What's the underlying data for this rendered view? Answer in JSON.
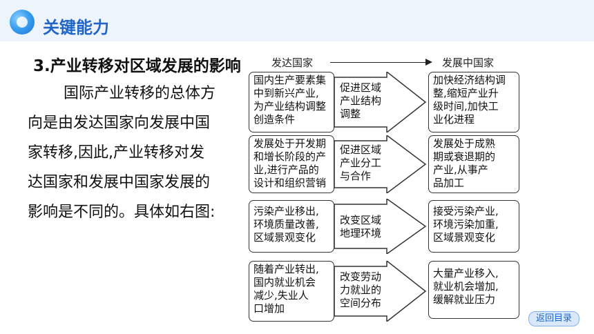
{
  "header": {
    "title": "关键能力"
  },
  "section_title": "3.产业转移对区域发展的影响",
  "paragraph_lines": [
    "国际产业转移的总体方",
    "向是由发达国家向发展中国",
    "家转移,因此,产业转移对发",
    "达国家和发展中国家发展的",
    "影响是不同的。具体如右图:"
  ],
  "diagram": {
    "left_label": "发达国家",
    "right_label": "发展中国家",
    "rows": [
      {
        "left_lines": [
          "国内生产要素集",
          "中到新兴产业,",
          "为产业结构调整",
          "创造条件"
        ],
        "arrow_lines": [
          "促进区域",
          "产业结构",
          "调整"
        ],
        "right_lines": [
          "加快经济结构调",
          "整,缩短产业升",
          "级时间,加快工",
          "业化进程"
        ]
      },
      {
        "left_lines": [
          "发展处于开发期",
          "和增长阶段的产",
          "业,进行产品的",
          "设计和组织营销"
        ],
        "arrow_lines": [
          "促进区域",
          "产业分工",
          "与合作"
        ],
        "right_lines": [
          "发展处于成熟",
          "期或衰退期的",
          "产业,从事产",
          "品加工"
        ]
      },
      {
        "left_lines": [
          "污染产业移出,",
          "环境质量改善,",
          "区域景观变化"
        ],
        "arrow_lines": [
          "改变区域",
          "地理环境"
        ],
        "right_lines": [
          "接受污染产业,",
          "环境污染加重,",
          "区域景观变化"
        ]
      },
      {
        "left_lines": [
          "随着产业转出,",
          "国内就业机会",
          "减少,失业人",
          "口增加"
        ],
        "arrow_lines": [
          "改变劳动",
          "力就业的",
          "空间分布"
        ],
        "right_lines": [
          "大量产业移入,",
          "就业机会增加,",
          "缓解就业压力"
        ]
      }
    ]
  },
  "nav": {
    "back_label": "返回目录"
  }
}
